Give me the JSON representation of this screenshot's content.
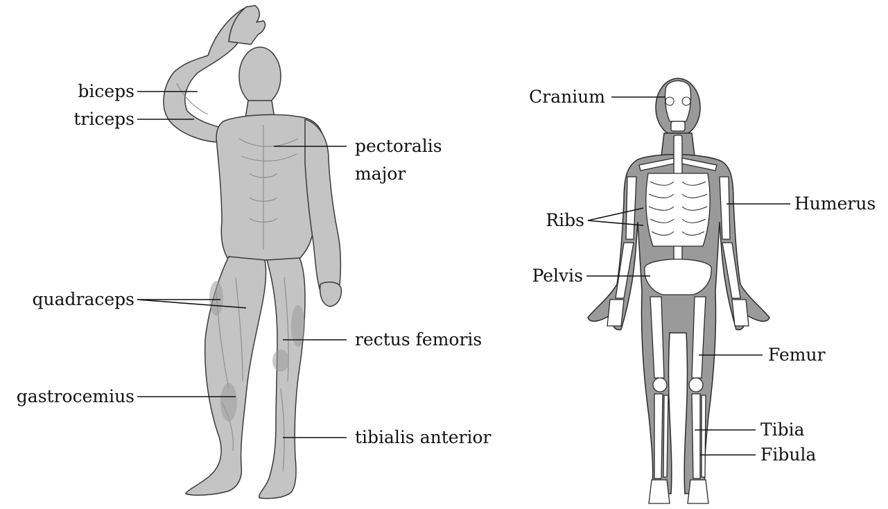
{
  "muscles": {
    "biceps": "biceps",
    "triceps": "triceps",
    "pectoralis_1": "pectoralis",
    "pectoralis_2": "major",
    "quadraceps": "quadraceps",
    "rectus_femoris": "rectus femoris",
    "gastrocemius": "gastrocemius",
    "tibialis_anterior": "tibialis anterior"
  },
  "skeleton": {
    "cranium": "Cranium",
    "ribs": "Ribs",
    "humerus": "Humerus",
    "pelvis": "Pelvis",
    "femur": "Femur",
    "tibia": "Tibia",
    "fibula": "Fibula"
  },
  "colors": {
    "muscle_fill": "#c8c8c8",
    "muscle_shade": "#8f8f8f",
    "body_silhouette": "#9a9a9a",
    "bone": "#ffffff",
    "outline": "#2a2a2a",
    "leader_line": "#111111",
    "text": "#111111"
  }
}
